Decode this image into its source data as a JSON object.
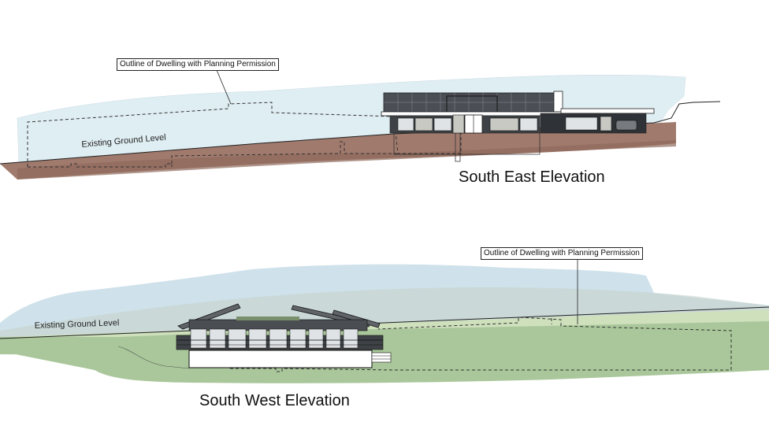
{
  "drawing": {
    "callout_se": "Outline of Dwelling with Planning Permission",
    "callout_sw": "Outline of Dwelling with Planning Permission",
    "ground_label_se": "Existing Ground Level",
    "ground_label_sw": "Existing Ground Level",
    "title_se": "South East Elevation",
    "title_sw": "South West Elevation"
  },
  "colors": {
    "sky": "#dfeef3",
    "earth": "#a07a6c",
    "earth_dark": "#8e6a5b",
    "pasture": "#a9c79a",
    "pasture_light": "#cfe0bd",
    "hill_sw": "#cfe1ea",
    "solar": "#4b4f55",
    "roof": "#606468",
    "glass": "#dfe3e6",
    "stone": "#c9c9c4"
  }
}
